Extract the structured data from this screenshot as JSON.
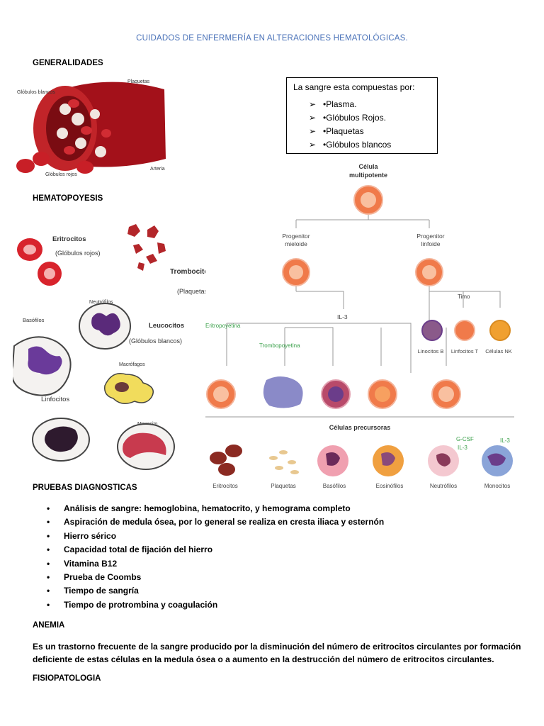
{
  "title": "CUIDADOS DE ENFERMERÍA EN ALTERACIONES HEMATOLÓGICAS.",
  "headings": {
    "generalidades": "GENERALIDADES",
    "hematopoyesis": "HEMATOPOYESIS",
    "pruebas": "PRUEBAS DIAGNOSTICAS",
    "anemia": "ANEMIA",
    "fisiopatologia": "FISIOPATOLOGIA"
  },
  "artery_labels": {
    "leucocitos": "Glóbulos blancos",
    "plaquetas": "Plaquetas",
    "eritrocitos": "Glóbulos rojos",
    "arteria": "Arteria"
  },
  "blood_box": {
    "title": "La sangre esta compuestas por:",
    "items": [
      "•Plasma.",
      "•Glóbulos Rojos.",
      "•Plaquetas",
      "•Glóbulos blancos"
    ]
  },
  "cell_types": {
    "eritrocitos": "Eritrocitos",
    "eritrocitos_sub": "(Glóbulos rojos)",
    "trombocitos": "Trombocitos",
    "trombocitos_sub": "(Plaquetas)",
    "neutrofilos": "Neutrófilos",
    "basofilos": "Basófilos",
    "leucocitos": "Leucocitos",
    "leucocitos_sub": "(Glóbulos blancos)",
    "macrofagos": "Macrófagos",
    "linfocitos": "Linfocitos",
    "monocito": "Monocito"
  },
  "tree": {
    "root_1": "Célula",
    "root_2": "multipotente",
    "mieloide_1": "Progenitor",
    "mieloide_2": "mieloide",
    "linfoide_1": "Progenitor",
    "linfoide_2": "linfoide",
    "timo": "Timo",
    "il3": "IL-3",
    "eritropoyetina": "Eritropoyetina",
    "trombopoyetina": "Trombopoyetina",
    "linfocitos_b": "Linocitos B",
    "linfocitos_t": "Linfocitos T",
    "celulas_nk": "Células NK",
    "precursoras": "Células precursoras",
    "gcsf": "G-CSF",
    "il3_b": "IL-3",
    "il3_c": "IL-3",
    "bottom": [
      "Eritrocitos",
      "Plaquetas",
      "Basófilos",
      "Eosinófilos",
      "Neutrófilos",
      "Monocitos"
    ]
  },
  "pruebas": [
    "Análisis de sangre: hemoglobina, hematocrito, y hemograma completo",
    "Aspiración de medula ósea, por lo general se realiza en cresta iliaca y esternón",
    "Hierro sérico",
    "Capacidad total de fijación del hierro",
    "Vitamina B12",
    "Prueba de Coombs",
    "Tiempo de sangría",
    "Tiempo de protrombina y coagulación"
  ],
  "anemia_text": "Es un trastorno frecuente de la sangre producido por la disminución del número de eritrocitos circulantes por formación deficiente de estas células en la medula ósea o a aumento en la destrucción del número de eritrocitos circulantes.",
  "colors": {
    "title_blue": "#4a72b8",
    "artery_red": "#a3111a",
    "cell_orange": "#f07a4a",
    "purple": "#6b3d8a",
    "green": "#3aa04a"
  }
}
